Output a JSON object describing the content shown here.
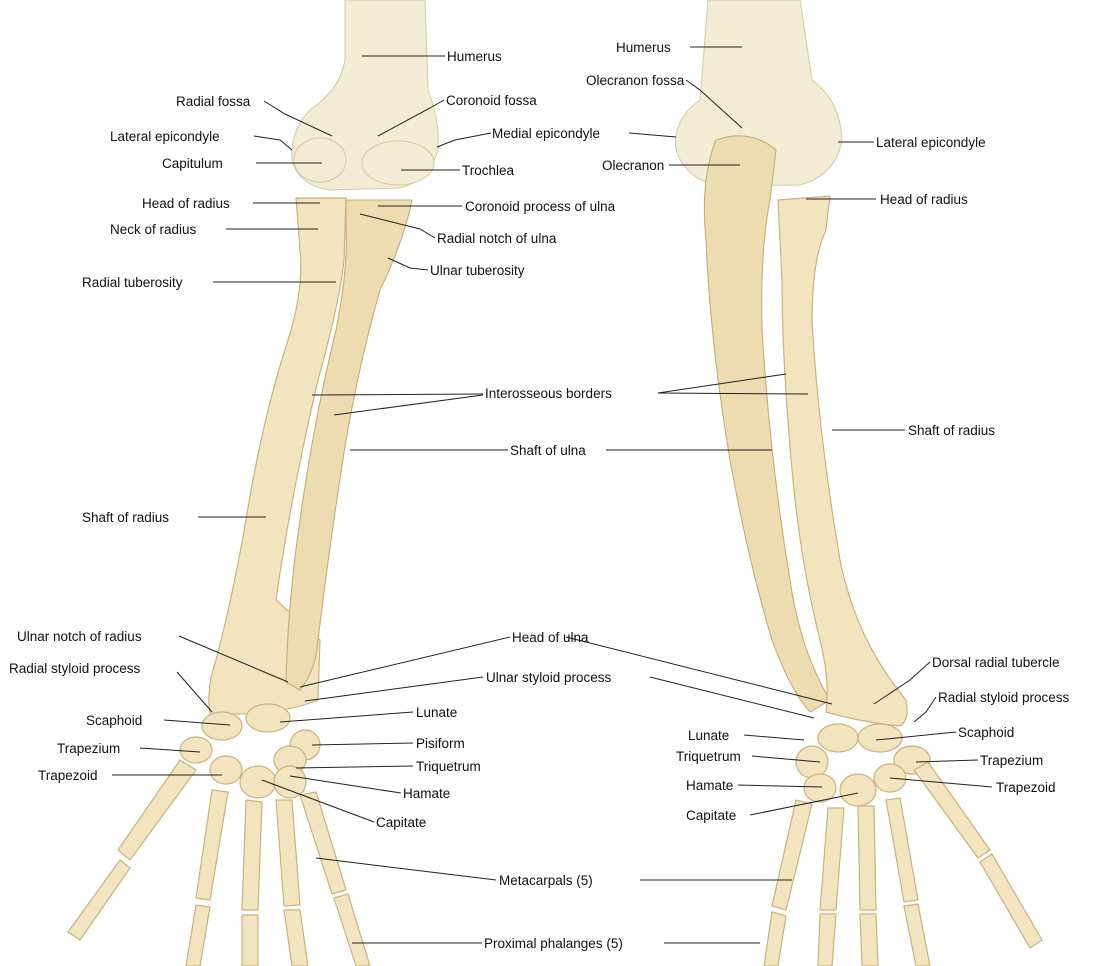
{
  "colors": {
    "bone": "#f1e4bf",
    "bone_outline": "#c9b37f",
    "humerus": "#f3ebd3",
    "text": "#111111",
    "background": "#ffffff"
  },
  "labels": {
    "humerus_a": "Humerus",
    "radial_fossa": "Radial fossa",
    "coronoid_fossa": "Coronoid fossa",
    "lateral_epicondyle_a": "Lateral epicondyle",
    "medial_epicondyle": "Medial epicondyle",
    "capitulum": "Capitulum",
    "trochlea": "Trochlea",
    "head_of_radius_a": "Head of radius",
    "coronoid_process": "Coronoid process of ulna",
    "neck_of_radius": "Neck of radius",
    "radial_notch": "Radial notch of ulna",
    "ulnar_tuberosity": "Ulnar tuberosity",
    "radial_tuberosity": "Radial tuberosity",
    "interosseous_borders": "Interosseous borders",
    "shaft_of_ulna": "Shaft of ulna",
    "shaft_of_radius_a": "Shaft of radius",
    "ulnar_notch": "Ulnar notch of radius",
    "head_of_ulna": "Head of ulna",
    "radial_styloid_a": "Radial styloid process",
    "ulnar_styloid": "Ulnar styloid process",
    "scaphoid_a": "Scaphoid",
    "lunate_a": "Lunate",
    "trapezium_a": "Trapezium",
    "pisiform": "Pisiform",
    "triquetrum_a": "Triquetrum",
    "trapezoid_a": "Trapezoid",
    "hamate_a": "Hamate",
    "capitate_a": "Capitate",
    "metacarpals": "Metacarpals (5)",
    "proximal_phalanges": "Proximal phalanges (5)",
    "humerus_b": "Humerus",
    "olecranon_fossa": "Olecranon fossa",
    "lateral_epicondyle_b": "Lateral epicondyle",
    "olecranon": "Olecranon",
    "head_of_radius_b": "Head of radius",
    "shaft_of_radius_b": "Shaft of radius",
    "dorsal_radial_tubercle": "Dorsal radial tubercle",
    "radial_styloid_b": "Radial styloid process",
    "lunate_b": "Lunate",
    "scaphoid_b": "Scaphoid",
    "triquetrum_b": "Triquetrum",
    "trapezium_b": "Trapezium",
    "hamate_b": "Hamate",
    "trapezoid_b": "Trapezoid",
    "capitate_b": "Capitate"
  }
}
